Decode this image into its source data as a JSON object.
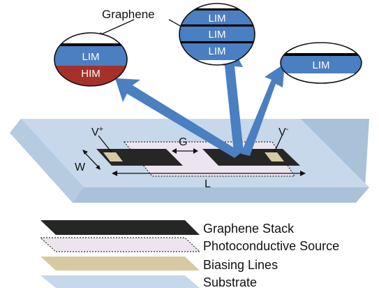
{
  "labels": {
    "graphene": "Graphene",
    "v_plus": "V",
    "v_plus_sup": "+",
    "v_minus": "V",
    "v_minus_sup": "-",
    "gap": "G",
    "width": "W",
    "length": "L"
  },
  "stacks": {
    "left": [
      "LIM",
      "HIM"
    ],
    "center": [
      "LIM",
      "LIM",
      "LIM"
    ],
    "right": [
      "LIM"
    ]
  },
  "legend": [
    {
      "label": "Graphene Stack",
      "swatch": "graphene"
    },
    {
      "label": "Photoconductive Source",
      "swatch": "photoconductive"
    },
    {
      "label": "Biasing Lines",
      "swatch": "biasing"
    },
    {
      "label": "Substrate",
      "swatch": "substrate"
    }
  ],
  "colors": {
    "substrate": "#c6d8ea",
    "substrate_edge": "#a9c1d9",
    "graphene_stack": "#262626",
    "photoconductive": "#ece4ef",
    "biasing": "#d7caa2",
    "lim": "#4a7fc1",
    "him": "#a6312b",
    "arrow": "#4a7fc1"
  }
}
